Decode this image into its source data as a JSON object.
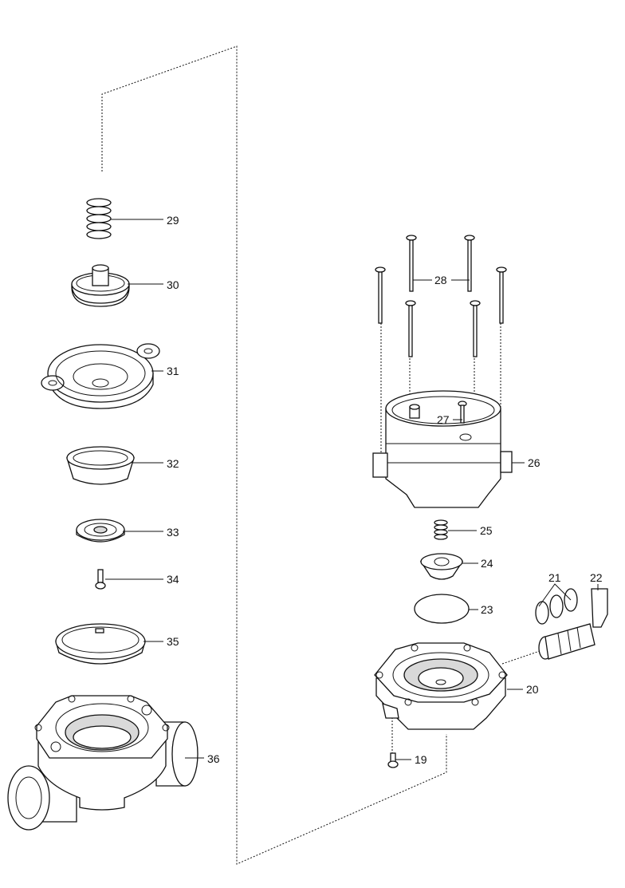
{
  "diagram": {
    "type": "exploded-parts-view",
    "callouts": [
      "19",
      "20",
      "21",
      "22",
      "23",
      "24",
      "25",
      "26",
      "27",
      "28",
      "29",
      "30",
      "31",
      "32",
      "33",
      "34",
      "35",
      "36"
    ]
  },
  "colors": {
    "line": "#111111",
    "shade": "#d9d9d9",
    "background": "#ffffff"
  }
}
